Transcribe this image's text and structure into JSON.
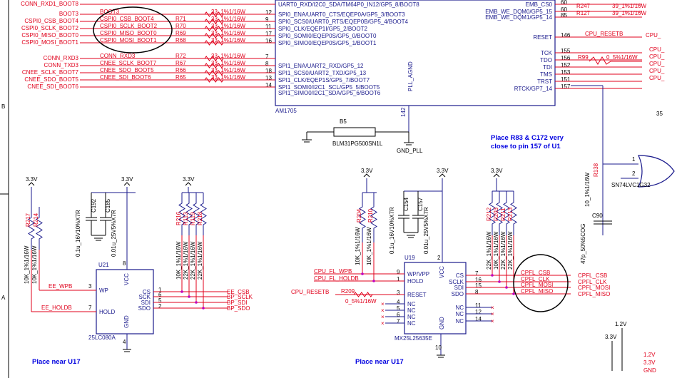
{
  "rulers": {
    "b": "B",
    "a": "A"
  },
  "u1": {
    "part": "AM1705",
    "pins_left": [
      {
        "name": "UART0_RXD/I2C0_SDA/TM64P0_IN12/GP5_8/BOOT8",
        "num": "",
        "net": "CONN_RXD1_BOOT8"
      },
      {
        "name": "SPI0_ENA/UART0_CTS/EQEP0A/GP5_3/BOOT3",
        "num": "12",
        "net": "BOOT3"
      },
      {
        "name": "SPI0_SCS0/UART0_RTS/EQEP0B/GP5_4/BOOT4",
        "num": "9",
        "net": "CSPI0_CSB_BOOT4"
      },
      {
        "name": "SPI0_CLK/EQEP1I/GP5_2/BOOT2",
        "num": "11",
        "net": "CSPI0_SCLK_BOOT2"
      },
      {
        "name": "SPI0_SOMI0/EQEP0S/GP5_0/BOOT0",
        "num": "17",
        "net": "CSPI0_MISO_BOOT0"
      },
      {
        "name": "SPI0_SIMO0/EQEP0S/GP5_1/BOOT1",
        "num": "16",
        "net": "CSPI0_MOSI_BOOT1"
      },
      {
        "name": "",
        "num": "7",
        "net": "CONN_RXD3"
      },
      {
        "name": "SPI1_ENA/UART2_RXD/GP5_12",
        "num": "8",
        "net": "CONN_TXD3"
      },
      {
        "name": "SPI1_SCS0/UART2_TXD/GP5_13",
        "num": "18",
        "net": "CNEE_SCLK_BOOT7"
      },
      {
        "name": "SPI1_CLK/EQEP1S/GP5_7/BOOT7",
        "num": "13",
        "net": "CNEE_SDO_BOOT5"
      },
      {
        "name": "SPI1_SOMI0/I2C1_SCL/GP5_5/BOOT5",
        "num": "14",
        "net": "CNEE_SDI_BOOT6"
      },
      {
        "name": "SPI1_SIMO0/I2C1_SDA/GP5_6/BOOT6",
        "num": "",
        "net": ""
      }
    ],
    "left_resistors": [
      {
        "ref": "",
        "val": "33_1%1/16W",
        "inner": "BOOT3"
      },
      {
        "ref": "R71",
        "val": "33_1%1/16W",
        "inner": "CSPI0_CSB_BOOT4"
      },
      {
        "ref": "R70",
        "val": "33_1%1/16W",
        "inner": "CSPI0_SCLK_BOOT2"
      },
      {
        "ref": "R69",
        "val": "33_1%1/16W",
        "inner": "CSPI0_MISO_BOOT0"
      },
      {
        "ref": "R68",
        "val": "33_1%1/16W",
        "inner": "CSPI0_MOSI_BOOT1"
      },
      {
        "ref": "R72",
        "val": "33_1%1/16W",
        "inner": "CONN_RXD3"
      },
      {
        "ref": "R67",
        "val": "33_1%1/16W",
        "inner": "CNEE_SCLK_BOOT7"
      },
      {
        "ref": "R66",
        "val": "33_1%1/16W",
        "inner": "CNEE_SDO_BOOT5"
      },
      {
        "ref": "R65",
        "val": "33_1%1/16W",
        "inner": "CNEE_SDI_BOOT6"
      }
    ],
    "pll_pin": "PLL_AGND",
    "pll_num": "142",
    "right_pins": [
      {
        "name": "EMB_CS0",
        "num": "60"
      },
      {
        "name": "EMB_WE_DQM0/GP5_15",
        "num": "60"
      },
      {
        "name": "EMB_WE_DQM1/GP5_14",
        "num": "85"
      },
      {
        "name": "RESET",
        "num": "146"
      },
      {
        "name": "TCK",
        "num": "155"
      },
      {
        "name": "TDO",
        "num": "156"
      },
      {
        "name": "TDI",
        "num": "152"
      },
      {
        "name": "TMS",
        "num": "153"
      },
      {
        "name": "TRST",
        "num": "151"
      },
      {
        "name": "RTCK/GP7_14",
        "num": "157"
      }
    ],
    "right_res": [
      {
        "ref": "R247",
        "val": "39_1%1/16W"
      },
      {
        "ref": "R127",
        "val": "39_1%1/16W"
      },
      {
        "ref": "R99",
        "val": "0_5%1/16W"
      }
    ],
    "cpu_resetb": "CPU_RESETB",
    "cpu_out": "CPU_"
  },
  "b5": {
    "ref": "B5",
    "part": "BLM31PG500SN1L",
    "gnd": "GND_PLL"
  },
  "place_note_1": "Place R83 & C172 very",
  "place_note_2": "close to pin 157 of U1",
  "u_gate": {
    "part": "SN74LVC1G32",
    "pin1": "1",
    "pin2": "2",
    "ref": "R138",
    "cap": "C90",
    "cap_val": "47p_50%5COG",
    "res_val": "10_1%1/16W",
    "vcc": "3.3V"
  },
  "u21": {
    "ref": "U21",
    "part": "25LC080A",
    "vcc": "VCC",
    "gnd": "GND",
    "supplies": [
      "3.3V",
      "3.3V",
      "3.3V"
    ],
    "left_pins": [
      {
        "name": "WP",
        "num": "3",
        "net": "EE_WPB"
      },
      {
        "name": "HOLD",
        "num": "7",
        "net": "EE_HOLDB"
      }
    ],
    "right_pins": [
      {
        "name": "CS",
        "num": "1",
        "net": "EE_CSB"
      },
      {
        "name": "SCK",
        "num": "6",
        "net": "BP_SCLK"
      },
      {
        "name": "SDI",
        "num": "5",
        "net": "BP_SDI"
      },
      {
        "name": "SDO",
        "num": "2",
        "net": "BP_SDO"
      }
    ],
    "vcc_num": "8",
    "gnd_num": "4",
    "res_left": [
      {
        "ref": "R217",
        "val": "10K_1%1/16W"
      },
      {
        "ref": "R214",
        "val": "10K_1%1/16W"
      }
    ],
    "caps": [
      {
        "ref": "C192",
        "val": "0.1u_16V10%X7R"
      },
      {
        "ref": "C185",
        "val": "0.01u_25V5%X7R"
      }
    ],
    "res_right": [
      {
        "ref": "R216",
        "val": "10K_1%1/16W"
      },
      {
        "ref": "R113",
        "val": "22K_1%1/16W"
      },
      {
        "ref": "R119",
        "val": "22K_1%1/16W"
      },
      {
        "ref": "R218",
        "val": "22K_1%1/16W"
      }
    ],
    "note": "Place near U17"
  },
  "u19": {
    "ref": "U19",
    "part": "MX25L25635E",
    "vcc": "VCC",
    "gnd": "GND",
    "supplies": [
      "3.3V",
      "3.3V",
      "3.3V"
    ],
    "left_pins": [
      {
        "name": "WP/VPP",
        "num": "9",
        "net": "CPU_FL_WPB"
      },
      {
        "name": "HOLD",
        "num": "1",
        "net": "CPU_FL_HOLDB"
      },
      {
        "name": "RESET",
        "num": "3",
        "net": "CPU_RESETB"
      },
      {
        "name": "NC",
        "num": "4"
      },
      {
        "name": "NC",
        "num": "5"
      },
      {
        "name": "NC",
        "num": "6"
      },
      {
        "name": "NC",
        "num": "7"
      }
    ],
    "right_pins": [
      {
        "name": "CS",
        "num": "7",
        "net": "CPFL_CSB"
      },
      {
        "name": "SCLK",
        "num": "16",
        "net": "CPFL_CLK"
      },
      {
        "name": "SDI",
        "num": "15",
        "net": "CPFL_MOSI"
      },
      {
        "name": "SDO",
        "num": "8",
        "net": "CPFL_MISO"
      },
      {
        "name": "NC",
        "num": "11"
      },
      {
        "name": "NC",
        "num": "12"
      },
      {
        "name": "NC",
        "num": "14"
      }
    ],
    "vcc_num": "2",
    "gnd_num": "10",
    "r209": {
      "ref": "R209",
      "val": "0_5%1/16W"
    },
    "res_left": [
      {
        "ref": "R204",
        "val": "10K_1%1/16W"
      },
      {
        "ref": "R210",
        "val": "10K_1%1/16W"
      }
    ],
    "caps": [
      {
        "ref": "C154",
        "val": "0.1u_16V10%X7R"
      },
      {
        "ref": "C157",
        "val": "0.01u_25V5%X7R"
      }
    ],
    "res_right": [
      {
        "ref": "R212",
        "val": "22K_1%1/16W"
      },
      {
        "ref": "R203",
        "val": "10K_1%1/16W"
      },
      {
        "ref": "R211",
        "val": "22K_1%1/16W"
      },
      {
        "ref": "R213",
        "val": "22K_1%1/16W"
      }
    ],
    "outer_nets": [
      "CPFL_CSB",
      "CPFL_CLK",
      "CPFL_MOSI",
      "CPFL_MISO"
    ],
    "note": "Place near U17"
  },
  "power_box": {
    "v1": "1.2V",
    "v2": "3.3V",
    "v3": "1.2V",
    "v4": "3.3V",
    "gnd": "GND"
  }
}
